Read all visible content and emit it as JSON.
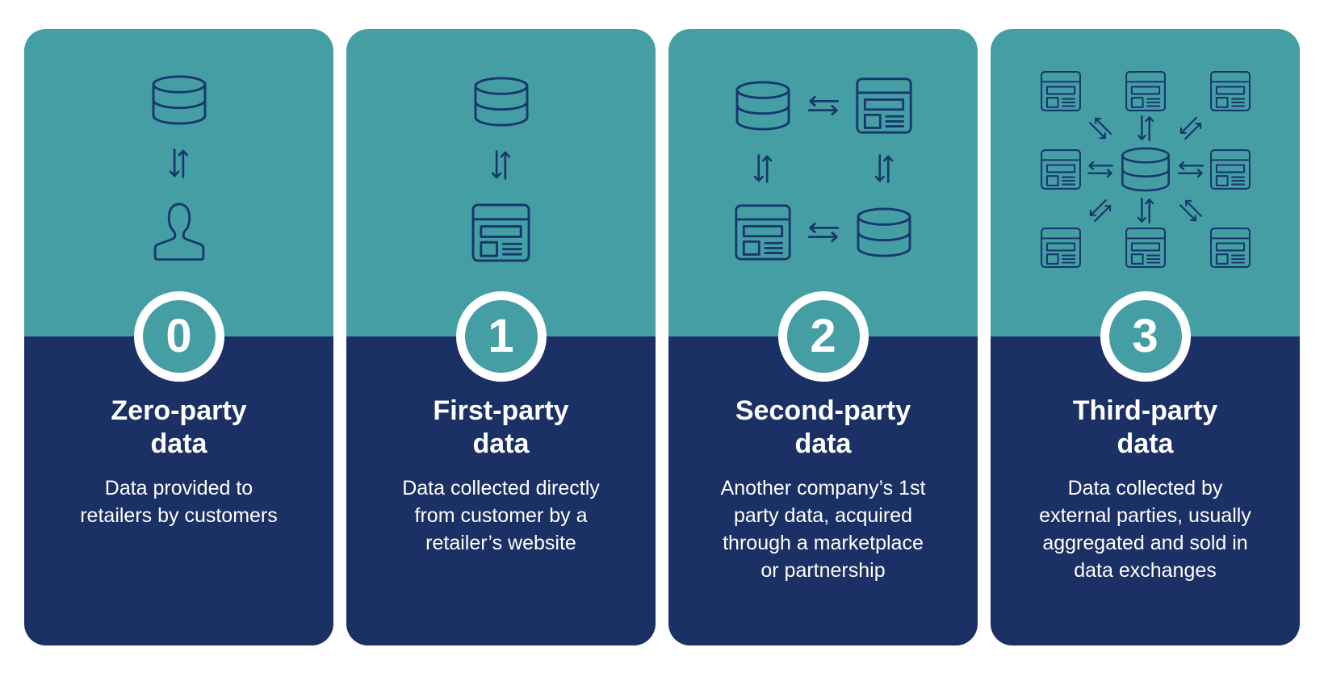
{
  "page": {
    "background_color": "#FFFFFF"
  },
  "colors": {
    "card_top_teal": "#469EA5",
    "card_bottom_navy": "#1B3064",
    "icon_stroke_navy": "#17376D",
    "badge_ring_white": "#FFFFFF",
    "text_white": "#FFFFFF"
  },
  "cards": [
    {
      "number": "0",
      "title": "Zero-party\ndata",
      "description": "Data provided to\nretailers by customers",
      "icons": [
        "database-icon",
        "sync-arrows-icon",
        "person-icon"
      ]
    },
    {
      "number": "1",
      "title": "First-party\ndata",
      "description": "Data collected directly\nfrom customer by a\nretailer’s website",
      "icons": [
        "database-icon",
        "sync-arrows-icon",
        "browser-icon"
      ]
    },
    {
      "number": "2",
      "title": "Second-party\ndata",
      "description": "Another company’s 1st\nparty data, acquired\nthrough a marketplace\nor partnership",
      "icons": [
        "database-icon",
        "transfer-arrows-icon",
        "browser-icon",
        "sync-arrows-icon",
        "browser-icon",
        "transfer-arrows-icon",
        "database-icon"
      ]
    },
    {
      "number": "3",
      "title": "Third-party\ndata",
      "description": "Data collected by\nexternal parties, usually\naggregated and sold in\ndata exchanges",
      "icons": [
        "browser-icon",
        "database-icon",
        "sync-arrows-icon",
        "transfer-arrows-icon",
        "diagonal-arrows-icon"
      ]
    }
  ]
}
